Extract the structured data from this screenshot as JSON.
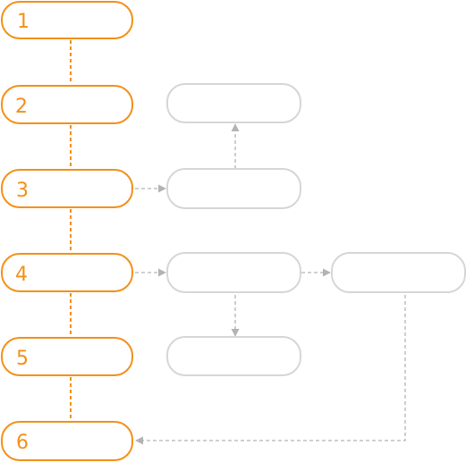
{
  "steps": [
    {
      "label": "1"
    },
    {
      "label": "2"
    },
    {
      "label": "3"
    },
    {
      "label": "4"
    },
    {
      "label": "5"
    },
    {
      "label": "6"
    }
  ],
  "colors": {
    "accent": "#f39019",
    "box_outline": "#d6d6d6",
    "connector": "#b3b3b3"
  }
}
